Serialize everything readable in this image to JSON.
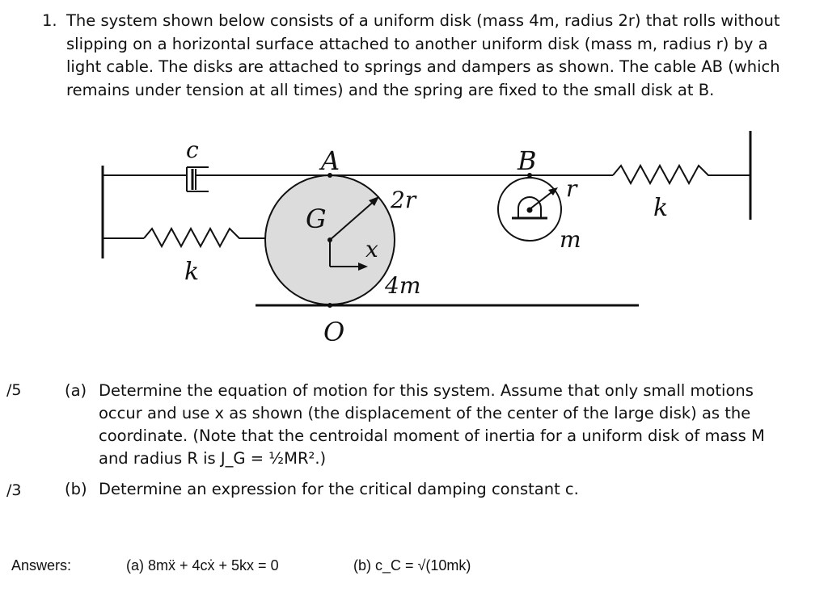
{
  "problem": {
    "number": "1.",
    "statement": "The system shown below consists of a uniform disk (mass 4m, radius 2r) that rolls without slipping on a horizontal surface attached to another uniform disk (mass m, radius r) by a light cable. The disks are attached to springs and dampers as shown. The cable AB (which remains under tension at all times) and the spring are fixed to the small disk at B."
  },
  "figure": {
    "labels": {
      "c": "c",
      "A": "A",
      "B": "B",
      "G": "G",
      "two_r": "2r",
      "r": "r",
      "x": "x",
      "four_m": "4m",
      "m": "m",
      "k_left": "k",
      "k_right": "k",
      "O": "O"
    }
  },
  "parts": [
    {
      "score": "/5",
      "label": "(a)",
      "text": "Determine the equation of motion for this system. Assume that only small motions occur and use x as shown (the displacement of the center of the large disk) as the coordinate. (Note that the centroidal moment of inertia for a uniform disk of mass M and radius R is J_G = ½MR².)"
    },
    {
      "score": "/3",
      "label": "(b)",
      "text": "Determine an expression for the critical damping constant c."
    }
  ],
  "answers": {
    "label": "Answers:",
    "a": "(a) 8mẍ + 4cẋ + 5kx = 0",
    "b": "(b) c_C = √(10mk)"
  }
}
